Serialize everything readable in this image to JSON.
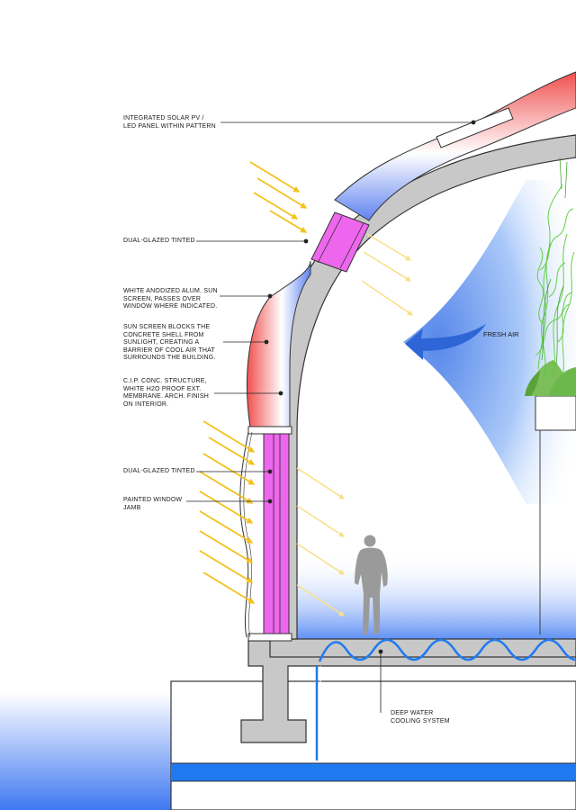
{
  "labels": {
    "solar_pv": "INTEGRATED SOLAR PV /\nLED PANEL WITHIN PATTERN",
    "dual_glazed_upper": "DUAL-GLAZED TINTED",
    "sun_screen_alum": "WHITE ANODIZED ALUM. SUN\nSCREEN, PASSES OVER\nWINDOW WHERE INDICATED.",
    "sun_screen_blocks": "SUN SCREEN BLOCKS THE\nCONCRETE SHELL FROM\nSUNLIGHT, CREATING A\nBARRIER OF COOL AIR THAT\nSURROUNDS THE BUILDING.",
    "cip_structure": "C.I.P. CONC. STRUCTURE,\nWHITE H2O PROOF EXT.\nMEMBRANE. ARCH. FINISH\nON INTERIOR.",
    "dual_glazed_lower": "DUAL-GLAZED TINTED",
    "window_jamb": "PAINTED WINDOW\nJAMB",
    "fresh_air": "FRESH AIR",
    "deep_water": "DEEP WATER\nCOOLING SYSTEM"
  },
  "colors": {
    "concrete": "#c8c8c8",
    "concrete_stroke": "#333333",
    "glazing": "#ee66ee",
    "sun_ray": "#f3c21d",
    "sun_ray_faded": "#f8e08a",
    "water_blue": "#1f7af0",
    "air_blue": "#3a7ee8",
    "screen_red": "#ee5555",
    "screen_blue": "#6e8cf0",
    "foliage_green": "#55cc33"
  },
  "icons": {
    "person": "human-silhouette-icon",
    "plant": "bamboo-planter-icon",
    "arrow": "fresh-air-arrow-icon"
  }
}
